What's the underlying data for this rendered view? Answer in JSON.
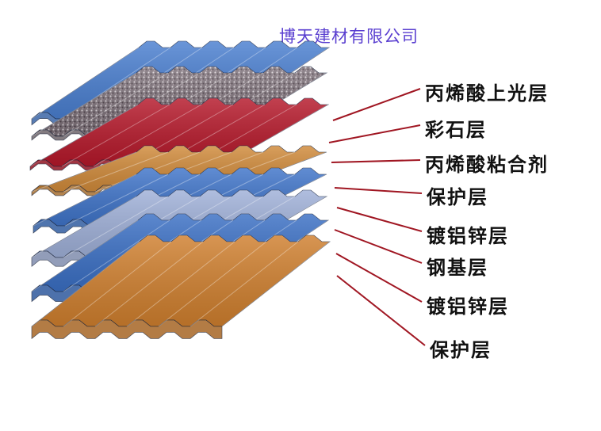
{
  "company": "博天建材有限公司",
  "layers": [
    {
      "label": "丙烯酸上光层",
      "color": "#4a7fd0"
    },
    {
      "label": "彩石层",
      "color": "#8a7e86"
    },
    {
      "label": "丙烯酸粘合剂",
      "color": "#b5182a"
    },
    {
      "label": "保护层",
      "color": "#d08a3a"
    },
    {
      "label": "镀铝锌层",
      "color": "#3f74c9"
    },
    {
      "label": "钢基层",
      "color": "#9fb0d8"
    },
    {
      "label": "镀铝锌层",
      "color": "#3a6fc4"
    },
    {
      "label": "保护层",
      "color": "#cf7f2e"
    }
  ],
  "leader_color": "#a01622"
}
